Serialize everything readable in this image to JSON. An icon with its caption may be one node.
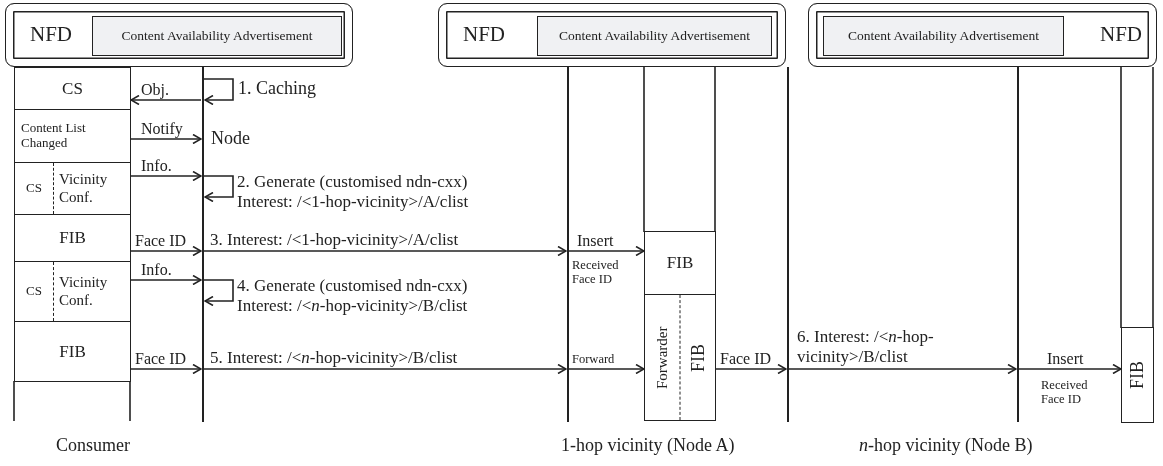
{
  "diagram": {
    "nodes": [
      {
        "text": [
          "NFD"
        ]
      },
      {
        "text": [
          "Content Availability Advertisement"
        ],
        "in": 0
      },
      {
        "text": [
          "NFD"
        ]
      },
      {
        "text": [
          "Content Availability Advertisement"
        ],
        "in": 2
      },
      {
        "text": [
          "NFD"
        ]
      },
      {
        "text": [
          "Content Availability Advertisement"
        ],
        "in": 4
      },
      {
        "text": [
          "CS"
        ]
      },
      {
        "text": [
          "Content List Changed"
        ]
      },
      {
        "text": [
          "CS",
          "Vicinity Conf."
        ]
      },
      {
        "text": [
          "FIB"
        ]
      },
      {
        "text": [
          "CS",
          "Vicinity Conf."
        ]
      },
      {
        "text": [
          "FIB"
        ]
      },
      {
        "text": [
          "FIB"
        ]
      },
      {
        "text": [
          "Forwarder",
          "FIB"
        ]
      },
      {
        "text": [
          "FIB"
        ]
      },
      {
        "text": [],
        "shape": "line"
      },
      {
        "text": [],
        "shape": "line"
      },
      {
        "text": [],
        "shape": "line"
      },
      {
        "text": [],
        "shape": "line"
      }
    ],
    "edges": [
      {
        "from": 15,
        "to": 6,
        "arrow": "to",
        "label": "Obj."
      },
      {
        "from": 15,
        "to": 15,
        "arrow": "to",
        "label": "1. Caching"
      },
      {
        "from": 7,
        "to": 15,
        "arrow": "to",
        "label": "Notify"
      },
      {
        "from": 8,
        "to": 15,
        "arrow": "to",
        "label": "Info."
      },
      {
        "from": 15,
        "to": 15,
        "arrow": "to",
        "label": "2. Generate (customised ndn-cxx) Interest: /<1-hop-vicinity>/A/clist"
      },
      {
        "from": 9,
        "to": 15,
        "arrow": "to",
        "label": "Face ID"
      },
      {
        "from": 15,
        "to": 16,
        "arrow": "to",
        "label": "3. Interest: /<1-hop-vicinity>/A/clist"
      },
      {
        "from": 16,
        "to": 12,
        "arrow": "to",
        "label": "Insert"
      },
      {
        "from": 10,
        "to": 15,
        "arrow": "to",
        "label": "Info."
      },
      {
        "from": 15,
        "to": 15,
        "arrow": "to",
        "label": "4. Generate (customised ndn-cxx) Interest: /<*n*-hop-vicinity>/B/clist"
      },
      {
        "from": 11,
        "to": 15,
        "arrow": "to",
        "label": "Face ID"
      },
      {
        "from": 15,
        "to": 16,
        "arrow": "to",
        "label": "5. Interest: /<*n*-hop-vicinity>/B/clist"
      },
      {
        "from": 16,
        "to": 13,
        "arrow": "to",
        "label": "Forward"
      },
      {
        "from": 13,
        "to": 17,
        "arrow": "to",
        "label": "Face ID"
      },
      {
        "from": 17,
        "to": 18,
        "arrow": "to",
        "label": "6. Interest: /<*n*-hop-vicinity>/B/clist"
      },
      {
        "from": 18,
        "to": 14,
        "arrow": "to",
        "label": "Insert"
      }
    ],
    "labels": [
      "Node",
      "Received Face ID",
      "Received Face ID",
      "Consumer",
      "1-hop vicinity (Node A)",
      "*n*-hop vicinity (Node B)"
    ]
  }
}
